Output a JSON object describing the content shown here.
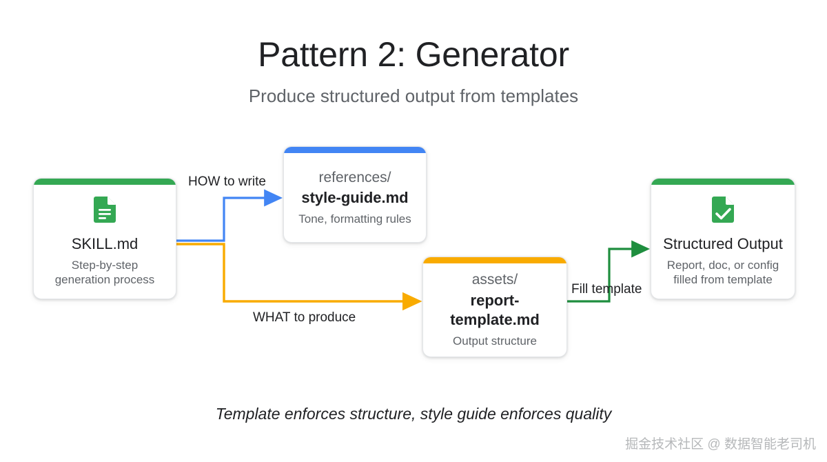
{
  "header": {
    "title": "Pattern 2: Generator",
    "subtitle": "Produce structured output from templates"
  },
  "colors": {
    "green": "#34A853",
    "blue": "#4285F4",
    "yellow": "#F9AB00",
    "arrow_green": "#1E8E3E",
    "text_dark": "#202124",
    "text_muted": "#5f6368",
    "background": "#ffffff"
  },
  "cards": {
    "skill": {
      "icon": "document-icon",
      "accent": "#34A853",
      "path": "",
      "title": "SKILL.md",
      "desc_line1": "Step-by-step",
      "desc_line2": "generation process"
    },
    "references": {
      "icon": "",
      "accent": "#4285F4",
      "path": "references/",
      "title": "style-guide.md",
      "desc_line1": "Tone, formatting rules",
      "desc_line2": ""
    },
    "assets": {
      "icon": "",
      "accent": "#F9AB00",
      "path": "assets/",
      "title": "report-template.md",
      "desc_line1": "Output structure",
      "desc_line2": ""
    },
    "output": {
      "icon": "document-check-icon",
      "accent": "#34A853",
      "path": "",
      "title": "Structured Output",
      "desc_line1": "Report, doc, or config",
      "desc_line2": "filled from template"
    }
  },
  "edges": {
    "how": "HOW to write",
    "what": "WHAT to produce",
    "fill": "Fill template"
  },
  "footer": {
    "caption": "Template enforces structure, style guide enforces quality",
    "watermark": "掘金技术社区 @ 数据智能老司机"
  }
}
